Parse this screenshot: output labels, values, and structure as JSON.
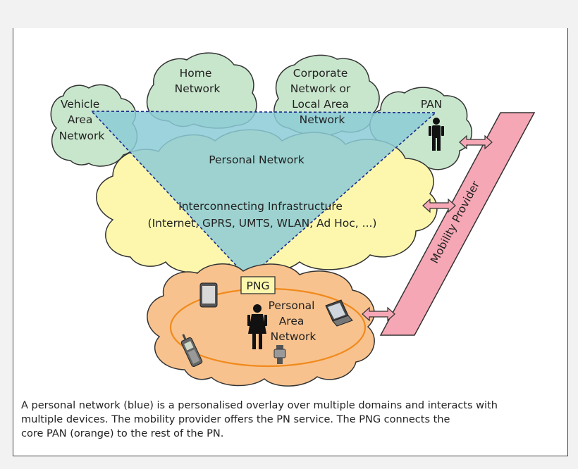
{
  "labels": {
    "home": [
      "Home",
      "Network"
    ],
    "corporate": [
      "Corporate",
      "Network or",
      "Local Area",
      "Network"
    ],
    "vehicle": [
      "Vehicle",
      "Area",
      "Network"
    ],
    "pan": "PAN",
    "personal_network": "Personal Network",
    "infrastructure": [
      "Interconnecting Infrastructure",
      "(Internet, GPRS, UMTS, WLAN, Ad Hoc, ...)"
    ],
    "png": "PNG",
    "core_pan": [
      "Personal",
      "Area",
      "Network"
    ],
    "mobility_provider": "Mobility Provider"
  },
  "caption": [
    "A personal network (blue) is a personalised overlay over multiple domains and interacts with",
    "multiple devices. The mobility provider offers the PN service. The PNG connects the",
    "core PAN (orange) to the rest of the PN."
  ],
  "colors": {
    "green_cloud": "#c8e6cc",
    "yellow_cloud": "#fcf7ad",
    "orange_cloud": "#f8c28e",
    "blue_overlay": "#8ccbd6",
    "pink": "#f5a7b5",
    "outline": "#333333",
    "dashed_line": "#1c2c8a"
  },
  "icons": [
    "person-icon",
    "tablet-icon",
    "mobile-phone-icon",
    "laptop-icon",
    "device-icon",
    "double-arrow-icon"
  ]
}
